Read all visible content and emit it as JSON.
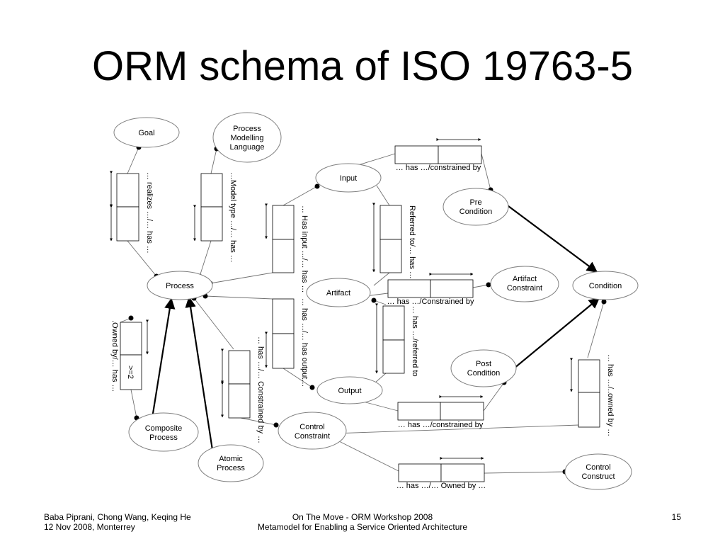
{
  "title": "ORM schema of ISO 19763-5",
  "entities": {
    "goal": "Goal",
    "pml": [
      "Process",
      "Modelling",
      "Language"
    ],
    "input": "Input",
    "pre_condition": [
      "Pre",
      "Condition"
    ],
    "process": "Process",
    "artifact": "Artifact",
    "artifact_constraint": [
      "Artifact",
      "Constraint"
    ],
    "condition": "Condition",
    "output": "Output",
    "post_condition": [
      "Post",
      "Condition"
    ],
    "composite_process": [
      "Composite",
      "Process"
    ],
    "control_constraint": [
      "Control",
      "Constraint"
    ],
    "atomic_process": [
      "Atomic",
      "Process"
    ],
    "control_construct": [
      "Control",
      "Construct"
    ]
  },
  "facts": {
    "input_pre": "… has …/constrained by",
    "artifact_constraint": "… has …/Constrained by",
    "output_post": "… has …/constrained by",
    "control_construct": "… has …/… Owned by …",
    "goal_process": "… realizes …/… has …",
    "pml_process": "…Model type …/… has …",
    "process_input": "… Has input …/… has …",
    "input_artifact": "Referred to/… has …",
    "process_output": "… has …/… has output…",
    "artifact_output": "… has …/referred to",
    "process_cc": "… has …/… Constrained by …",
    "composite": ".Owned by/… has …",
    "composite_constraint": ">=2",
    "post_cc": "… has …/..owned by …"
  },
  "footer": {
    "left_line1": "Baba Piprani, Chong Wang, Keqing He",
    "left_line2": "12 Nov 2008, Monterrey",
    "center_line1": "On The Move - ORM Workshop 2008",
    "center_line2": "Metamodel for Enabling a Service Oriented Architecture",
    "page_number": "15"
  }
}
